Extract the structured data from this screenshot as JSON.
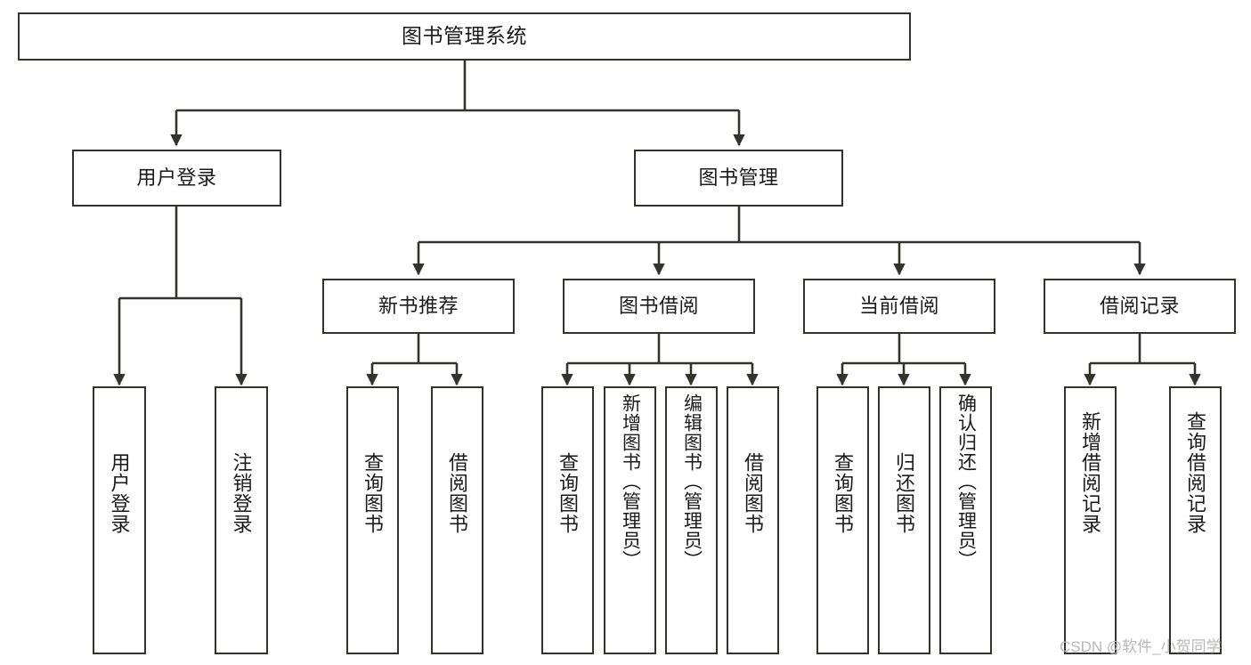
{
  "diagram": {
    "title": "图书管理系统",
    "type": "tree",
    "watermark": "CSDN @软件_小贺同学",
    "colors": {
      "stroke": "#32322f",
      "fill": "#ffffff",
      "text": "#1a1a1a",
      "watermark": "#b8b8b8"
    },
    "levels": {
      "root": "图书管理系统",
      "level1": [
        "用户登录",
        "图书管理"
      ],
      "level2": [
        "新书推荐",
        "图书借阅",
        "当前借阅",
        "借阅记录"
      ],
      "level3_groups": [
        {
          "parent": "用户登录",
          "children": [
            "用户登录",
            "注销登录"
          ]
        },
        {
          "parent": "新书推荐",
          "children": [
            "查询图书",
            "借阅图书"
          ]
        },
        {
          "parent": "图书借阅",
          "children": [
            "查询图书",
            "新增图书（管理员）",
            "编辑图书（管理员）",
            "借阅图书"
          ]
        },
        {
          "parent": "当前借阅",
          "children": [
            "查询图书",
            "归还图书",
            "确认归还（管理员）"
          ]
        },
        {
          "parent": "借阅记录",
          "children": [
            "新增借阅记录",
            "查询借阅记录"
          ]
        }
      ]
    },
    "nodes": {
      "root": "图书管理系统",
      "n_user_login": "用户登录",
      "n_book_mgmt": "图书管理",
      "n_new_book_rec": "新书推荐",
      "n_book_borrow": "图书借阅",
      "n_current_borrow": "当前借阅",
      "n_borrow_record": "借阅记录",
      "l_user_login": "用户登录",
      "l_logout": "注销登录",
      "l_query_book_a": "查询图书",
      "l_borrow_book_a": "借阅图书",
      "l_query_book_b": "查询图书",
      "l_add_book": "新增图书（管理员）",
      "l_edit_book": "编辑图书（管理员）",
      "l_borrow_book_b": "借阅图书",
      "l_query_book_c": "查询图书",
      "l_return_book": "归还图书",
      "l_confirm_return": "确认归还（管理员）",
      "l_add_record": "新增借阅记录",
      "l_query_record": "查询借阅记录"
    }
  }
}
